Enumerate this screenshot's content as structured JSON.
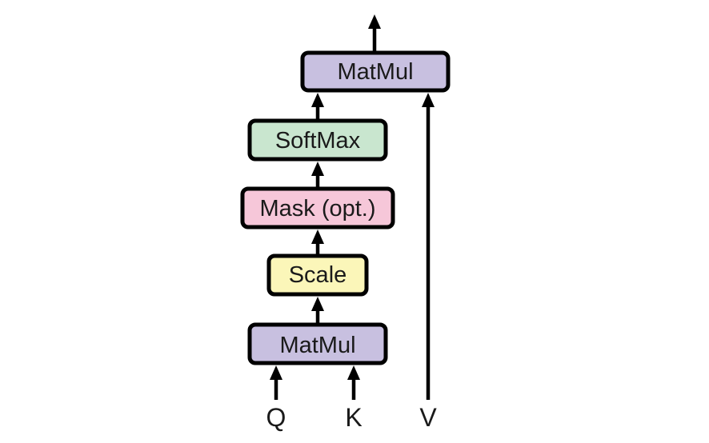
{
  "diagram": {
    "blocks": {
      "matmul_top": {
        "label": "MatMul",
        "color": "#c8c0e0"
      },
      "softmax": {
        "label": "SoftMax",
        "color": "#c9e6cf"
      },
      "mask": {
        "label": "Mask (opt.)",
        "color": "#f6c7d9"
      },
      "scale": {
        "label": "Scale",
        "color": "#fbf6b9"
      },
      "matmul_bottom": {
        "label": "MatMul",
        "color": "#c8c0e0"
      }
    },
    "inputs": {
      "q": "Q",
      "k": "K",
      "v": "V"
    }
  }
}
